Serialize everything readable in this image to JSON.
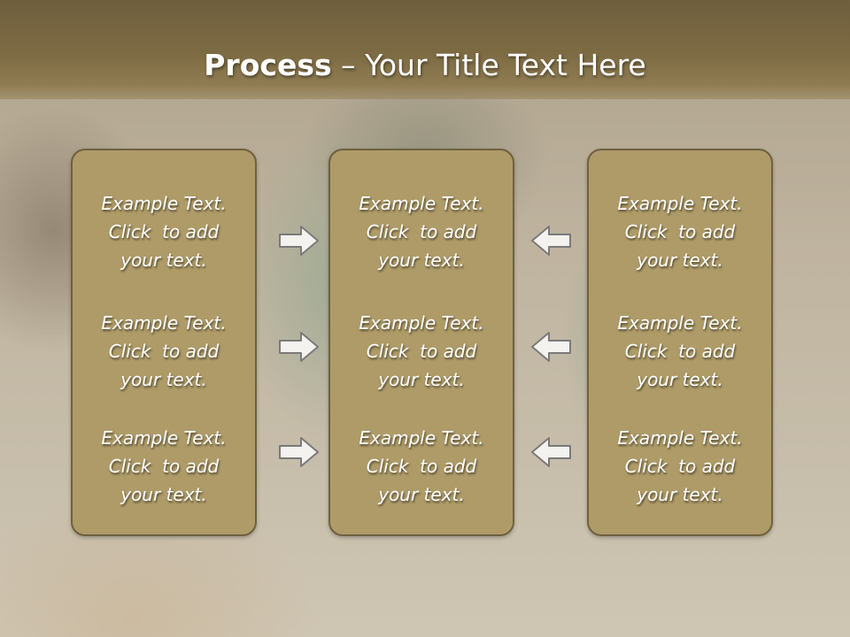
{
  "title": {
    "strong": "Process",
    "rest": " – Your Title Text Here"
  },
  "boxes": [
    {
      "items": [
        {
          "l1": "Example Text.",
          "l2": "Click  to add",
          "l3": "your text."
        },
        {
          "l1": "Example Text.",
          "l2": "Click  to add",
          "l3": "your text."
        },
        {
          "l1": "Example Text.",
          "l2": "Click  to add",
          "l3": "your text."
        }
      ]
    },
    {
      "items": [
        {
          "l1": "Example Text.",
          "l2": "Click  to add",
          "l3": "your text."
        },
        {
          "l1": "Example Text.",
          "l2": "Click  to add",
          "l3": "your text."
        },
        {
          "l1": "Example Text.",
          "l2": "Click  to add",
          "l3": "your text."
        }
      ]
    },
    {
      "items": [
        {
          "l1": "Example Text.",
          "l2": "Click  to add",
          "l3": "your text."
        },
        {
          "l1": "Example Text.",
          "l2": "Click  to add",
          "l3": "your text."
        },
        {
          "l1": "Example Text.",
          "l2": "Click  to add",
          "l3": "your text."
        }
      ]
    }
  ],
  "arrows": {
    "left_column": "arrow-right-icon",
    "right_column": "arrow-left-icon"
  },
  "colors": {
    "title_bar": "#7d6b43",
    "box_fill": "#ae9b68",
    "box_border": "#6f6140",
    "text": "#ffffff"
  }
}
